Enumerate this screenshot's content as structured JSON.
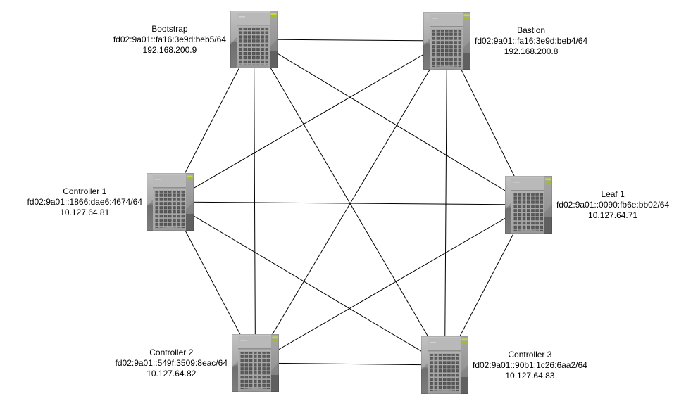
{
  "diagram": {
    "type": "network-topology",
    "background_color": "#ffffff",
    "edge_color": "#000000",
    "label_color": "#000000",
    "node_icon": "server-tower-icon",
    "led_colors": [
      "#ccd92f",
      "#9cc02a"
    ],
    "nodes": [
      {
        "id": "bootstrap",
        "name": "Bootstrap",
        "ipv6": "fd02:9a01::fa16:3e9d:beb5/64",
        "ipv4": "192.168.200.9"
      },
      {
        "id": "bastion",
        "name": "Bastion",
        "ipv6": "fd02:9a01::fa16:3e9d:beb4/64",
        "ipv4": "192.168.200.8"
      },
      {
        "id": "controller1",
        "name": "Controller 1",
        "ipv6": "fd02:9a01::1866:dae6:4674/64",
        "ipv4": "10.127.64.81"
      },
      {
        "id": "leaf1",
        "name": "Leaf 1",
        "ipv6": "fd02:9a01::0090:fb6e:bb02/64",
        "ipv4": "10.127.64.71"
      },
      {
        "id": "controller2",
        "name": "Controller 2",
        "ipv6": "fd02:9a01::549f:3509:8eac/64",
        "ipv4": "10.127.64.82"
      },
      {
        "id": "controller3",
        "name": "Controller 3",
        "ipv6": "fd02:9a01::90b1:1c26:6aa2/64",
        "ipv4": "10.127.64.83"
      }
    ],
    "edges": [
      [
        "bootstrap",
        "bastion"
      ],
      [
        "bootstrap",
        "controller1"
      ],
      [
        "bootstrap",
        "leaf1"
      ],
      [
        "bootstrap",
        "controller2"
      ],
      [
        "bootstrap",
        "controller3"
      ],
      [
        "bastion",
        "controller1"
      ],
      [
        "bastion",
        "leaf1"
      ],
      [
        "bastion",
        "controller2"
      ],
      [
        "bastion",
        "controller3"
      ],
      [
        "controller1",
        "leaf1"
      ],
      [
        "controller1",
        "controller2"
      ],
      [
        "controller1",
        "controller3"
      ],
      [
        "leaf1",
        "controller2"
      ],
      [
        "leaf1",
        "controller3"
      ],
      [
        "controller2",
        "controller3"
      ]
    ]
  }
}
